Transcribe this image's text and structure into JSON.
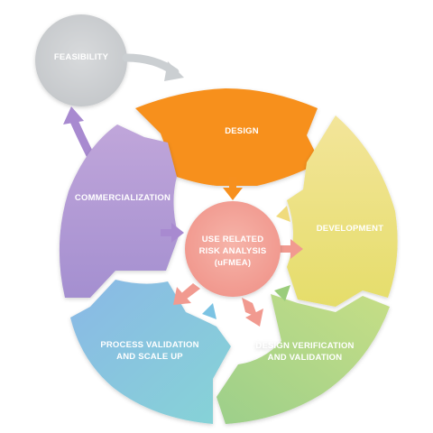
{
  "diagram": {
    "feasibility": "FEASIBILITY",
    "design": "DESIGN",
    "development": "DEVELOPMENT",
    "verification_line1": "DESIGN VERIFICATION",
    "verification_line2": "AND VALIDATION",
    "process_line1": "PROCESS VALIDATION",
    "process_line2": "AND SCALE UP",
    "commercialization": "COMMERCIALIZATION",
    "center_line1": "USE RELATED",
    "center_line2": "RISK ANALYSIS",
    "center_line3": "(uFMEA)"
  },
  "colors": {
    "feasibility": "#cdd0d2",
    "design": "#f7901e",
    "development": "#f0db7d",
    "verification": "#a9d38a",
    "process": "#86c9e6",
    "commercialization": "#b59ad2",
    "center": "#f4a39a",
    "arrow_gray": "#cbcfd2",
    "arrow_orange": "#f7901e",
    "arrow_purple": "#a88ad0",
    "arrow_green": "#9bcd7c",
    "arrow_blue": "#7cc3e3",
    "arrow_pink": "#f19a90"
  }
}
